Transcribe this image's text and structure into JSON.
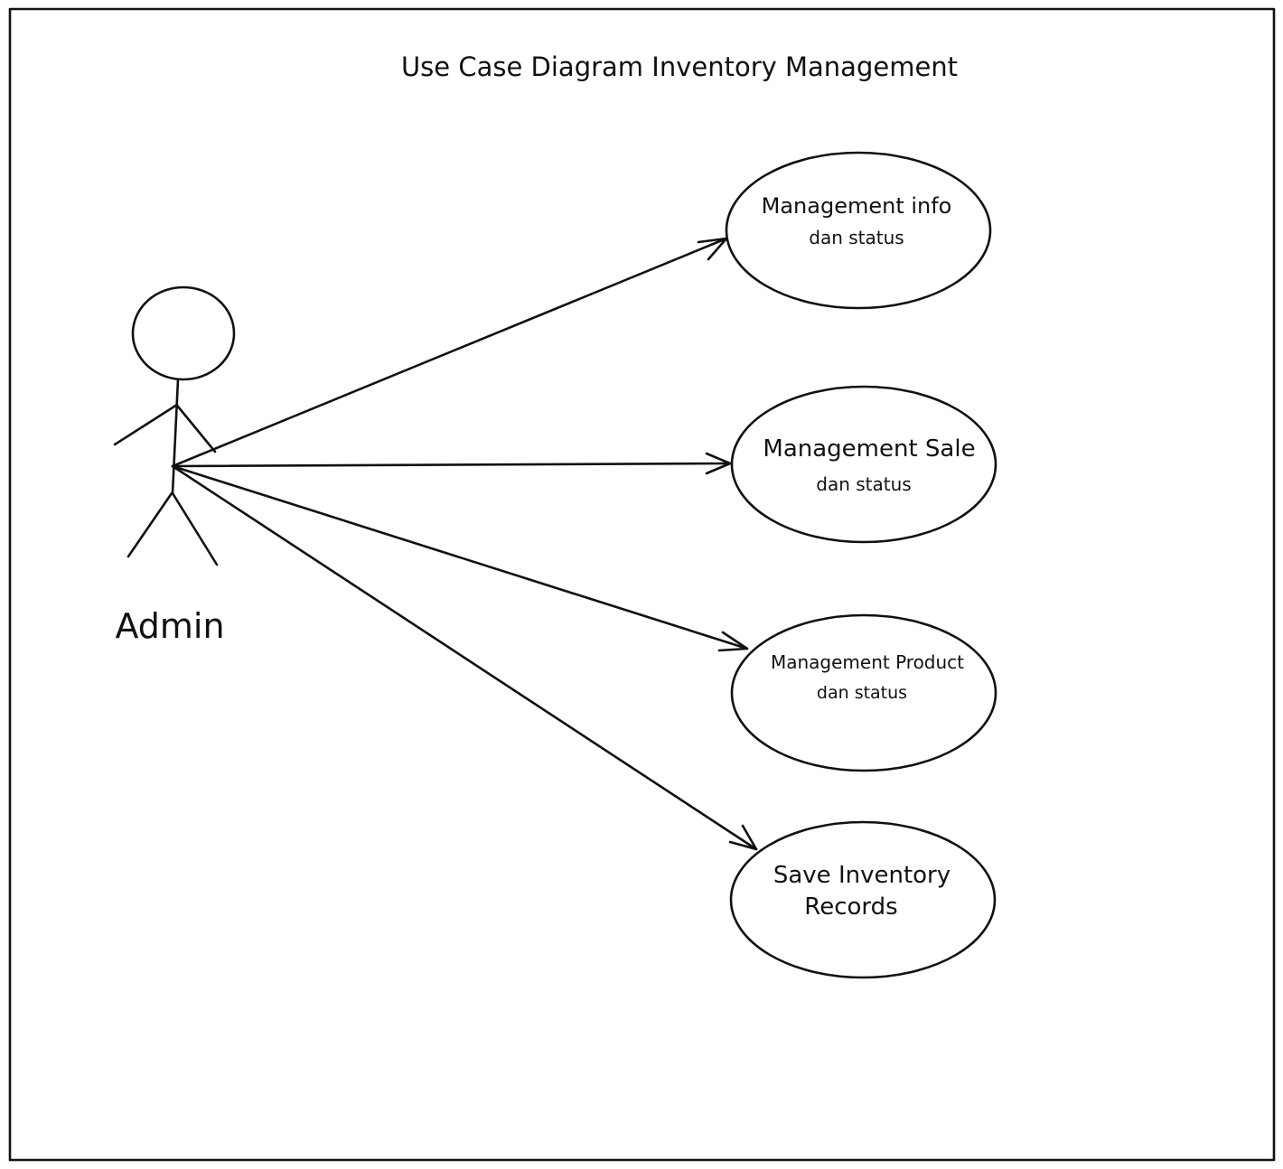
{
  "diagram": {
    "title": "Use Case Diagram Inventory Management",
    "actor": {
      "label": "Admin"
    },
    "use_cases": [
      {
        "id": "management-info",
        "line1": "Management info",
        "line2": "dan status"
      },
      {
        "id": "management-sale",
        "line1": "Management Sale",
        "line2": "dan status"
      },
      {
        "id": "management-product",
        "line1": "Management Product",
        "line2": "dan status"
      },
      {
        "id": "save-inventory-records",
        "line1": "Save Inventory",
        "line2": "Records"
      }
    ],
    "associations": [
      {
        "from": "actor",
        "to": "management-info"
      },
      {
        "from": "actor",
        "to": "management-sale"
      },
      {
        "from": "actor",
        "to": "management-product"
      },
      {
        "from": "actor",
        "to": "save-inventory-records"
      }
    ]
  }
}
